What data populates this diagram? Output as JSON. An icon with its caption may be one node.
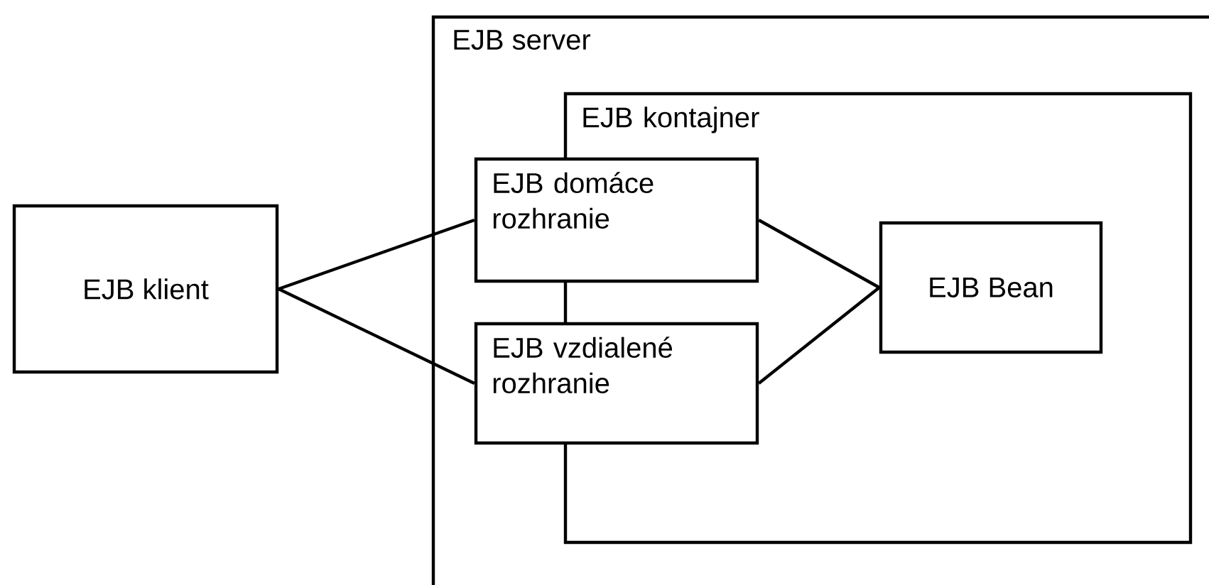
{
  "diagram": {
    "nodes": [
      {
        "text": [
          "EJB klient"
        ]
      },
      {
        "text": [
          "EJB server"
        ]
      },
      {
        "text": [
          "EJB kontajner"
        ],
        "in": 1
      },
      {
        "text": [
          "EJB domáce rozhranie"
        ],
        "in": 1
      },
      {
        "text": [
          "EJB vzdialené rozhranie"
        ],
        "in": 1
      },
      {
        "text": [
          "EJB Bean"
        ],
        "in": 2
      }
    ],
    "edges": [
      {
        "from": 0,
        "to": 3,
        "arrow": "none"
      },
      {
        "from": 0,
        "to": 4,
        "arrow": "none"
      },
      {
        "from": 3,
        "to": 5,
        "arrow": "none"
      },
      {
        "from": 4,
        "to": 5,
        "arrow": "none"
      }
    ]
  }
}
